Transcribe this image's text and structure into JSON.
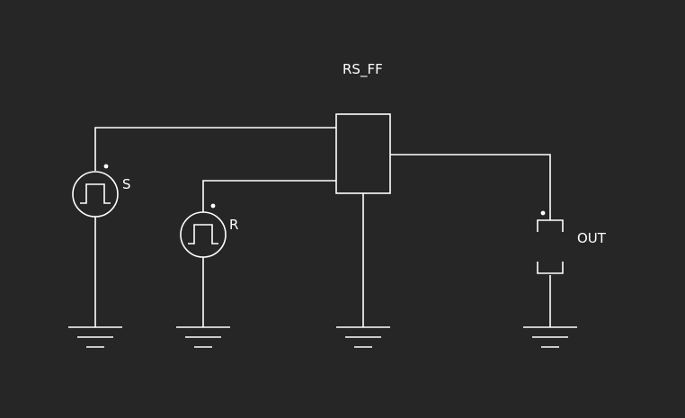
{
  "theme": {
    "background": "#262626",
    "stroke": "#ffffff",
    "text": "#ffffff"
  },
  "components": {
    "flipflop": {
      "label": "RS_FF",
      "type": "rs-flip-flop"
    },
    "source_s": {
      "label": "S",
      "type": "pulse-source"
    },
    "source_r": {
      "label": "R",
      "type": "pulse-source"
    },
    "output": {
      "label": "OUT",
      "type": "output-probe"
    }
  }
}
